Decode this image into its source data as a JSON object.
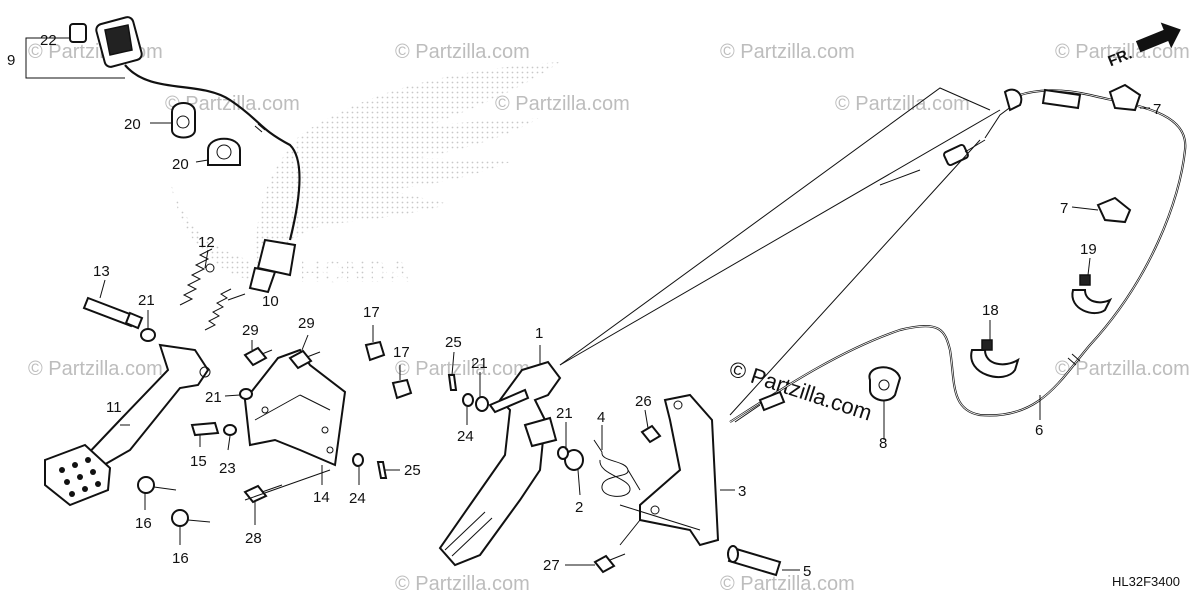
{
  "diagram": {
    "watermark_text": "© Partzilla.com",
    "center_watermark_text": "© Partzilla.com",
    "brand_logo_text": "HONDA",
    "direction_label": "FR.",
    "diagram_code": "HL32F3400",
    "callouts": [
      {
        "id": "c9",
        "text": "9"
      },
      {
        "id": "c22",
        "text": "22"
      },
      {
        "id": "c20a",
        "text": "20"
      },
      {
        "id": "c20b",
        "text": "20"
      },
      {
        "id": "c12",
        "text": "12"
      },
      {
        "id": "c10",
        "text": "10"
      },
      {
        "id": "c13",
        "text": "13"
      },
      {
        "id": "c21a",
        "text": "21"
      },
      {
        "id": "c11",
        "text": "11"
      },
      {
        "id": "c29a",
        "text": "29"
      },
      {
        "id": "c29b",
        "text": "29"
      },
      {
        "id": "c21b",
        "text": "21"
      },
      {
        "id": "c15",
        "text": "15"
      },
      {
        "id": "c23",
        "text": "23"
      },
      {
        "id": "c16a",
        "text": "16"
      },
      {
        "id": "c16b",
        "text": "16"
      },
      {
        "id": "c28",
        "text": "28"
      },
      {
        "id": "c14",
        "text": "14"
      },
      {
        "id": "c17a",
        "text": "17"
      },
      {
        "id": "c17b",
        "text": "17"
      },
      {
        "id": "c24a",
        "text": "24"
      },
      {
        "id": "c25a",
        "text": "25"
      },
      {
        "id": "c25b",
        "text": "25"
      },
      {
        "id": "c21c",
        "text": "21"
      },
      {
        "id": "c24b",
        "text": "24"
      },
      {
        "id": "c1",
        "text": "1"
      },
      {
        "id": "c21d",
        "text": "21"
      },
      {
        "id": "c4",
        "text": "4"
      },
      {
        "id": "c2",
        "text": "2"
      },
      {
        "id": "c26",
        "text": "26"
      },
      {
        "id": "c3",
        "text": "3"
      },
      {
        "id": "c27",
        "text": "27"
      },
      {
        "id": "c5",
        "text": "5"
      },
      {
        "id": "c7a",
        "text": "7"
      },
      {
        "id": "c7b",
        "text": "7"
      },
      {
        "id": "c19",
        "text": "19"
      },
      {
        "id": "c18",
        "text": "18"
      },
      {
        "id": "c8",
        "text": "8"
      },
      {
        "id": "c6",
        "text": "6"
      }
    ]
  }
}
